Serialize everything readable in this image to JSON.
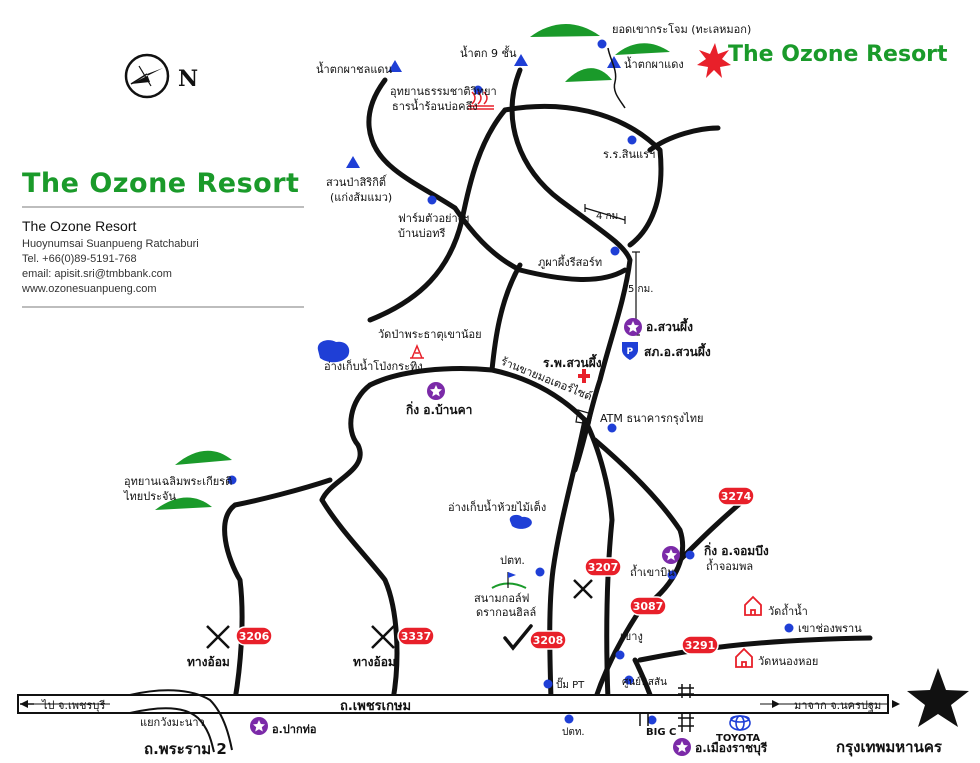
{
  "brand": {
    "name": "The Ozone Resort",
    "color": "#1a9a2a",
    "star_color": "#e8202a"
  },
  "info": {
    "name": "The Ozone Resort",
    "address": "Huoynumsai Suanpueng Ratchaburi",
    "tel": "Tel. +66(0)89-5191-768",
    "email": "email: apisit.sri@tmbbank.com",
    "web": "www.ozonesuanpueng.com"
  },
  "compass": {
    "label": "N",
    "icon": "compass-rose-icon"
  },
  "colors": {
    "road": "#111111",
    "poi": "#1f3fd6",
    "district": "#7b2aa8",
    "route_badge": "#e8202a",
    "mountain": "#1a9a2a",
    "hospital": "#e8202a",
    "temple": "#e8202a",
    "reservoir": "#1f3fd6"
  },
  "labels": {
    "peak_krachom": "ยอดเขากระโจม (ทะเลหมอก)",
    "waterfall_9": "น้ำตก 9 ชั้น",
    "waterfall_phadaeng": "น้ำตกผาแดง",
    "waterfall_chalaen": "น้ำตกผาชลแดน",
    "nature_park": "อุทยานธรรมชาติวิทยา",
    "hot_spring": "ธารน้ำร้อนบ่อคลึง",
    "school_sinrae": "ร.ร.สินแร่ฯ",
    "suan_pa_1": "สวนป่าสิริกิติ์",
    "suan_pa_2": "(แก่งส้มแมว)",
    "farm_1": "ฟาร์มตัวอย่างฯ",
    "farm_2": "บ้านบ่อทรี",
    "km4": "4 กม.",
    "phuphaphueng": "ภูผาผึ้งรีสอร์ท",
    "km5": "5 กม.",
    "amphoe_suanphueng": "อ.สวนผึ้ง",
    "police_suanphueng": "สภ.อ.สวนผึ้ง",
    "temple_phra": "วัดป่าพระธาตุเขาน้อย",
    "reservoir_pong": "อ่างเก็บน้ำโป่งกระทิง",
    "hospital": "ร.พ.สวนผึ้ง",
    "motor_shop": "ร้านขายมอเตอร์ไซด์",
    "king_bankha": "กิ่ง อ.บ้านคา",
    "atm": "ATM ธนาคารกรุงไทย",
    "park_chaloem_1": "อุทยานเฉลิมพระเกียรติ",
    "park_chaloem_2": "ไทยประจัน",
    "reservoir_huai": "อ่างเก็บน้ำห้วยไม้เต็ง",
    "ptt_1": "ปตท.",
    "golf_1": "สนามกอล์ฟ",
    "golf_2": "ดรากอนฮิลล์",
    "king_chombueng_1": "กิ่ง อ.จอมบึง",
    "king_chombueng_2": "ถ้ำจอมพล",
    "tham_khaobin": "ถ้ำเขาบิน",
    "wat_thamnam": "วัดถ้ำน้ำ",
    "khao_chongpran": "เขาช่องพราน",
    "wat_nonghoi": "วัดหนองหอย",
    "khaongu": "เขางู",
    "tang_om_1": "ทางอ้อม",
    "tang_om_2": "ทางอ้อม",
    "pump_pt": "ปั๊ม PT",
    "center_nisan": "ศูนย์นิสสัน",
    "phetkasem": "ถ.เพชรเกษม",
    "to_phetchaburi": "ไป จ.เพชรบุรี",
    "from_nakhonpathom": "มาจาก จ.นครปฐม",
    "yaek_wangmanao": "แยกวังมะนาว",
    "pak_tho": "อ.ปากท่อ",
    "rama2": "ถ.พระราม 2",
    "ptt_2": "ปตท.",
    "bigc": "BIG C",
    "toyota": "TOYOTA",
    "mueang_ratchaburi": "อ.เมืองราชบุรี",
    "bangkok": "กรุงเทพมหานคร"
  },
  "routes": {
    "r3206": "3206",
    "r3337": "3337",
    "r3208": "3208",
    "r3207": "3207",
    "r3087": "3087",
    "r3274": "3274",
    "r3291": "3291"
  }
}
